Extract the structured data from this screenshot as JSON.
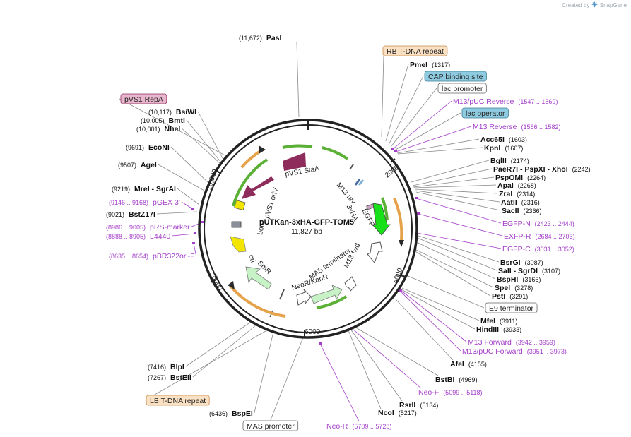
{
  "branding": {
    "prefix": "Created by",
    "name": "SnapGene"
  },
  "plasmid": {
    "name": "pUTKan-3xHA-GFP-TOM5",
    "length": "11,827 bp"
  },
  "ticks": [
    "2000",
    "4000",
    "6000",
    "8000",
    "10,000"
  ],
  "features": {
    "pvs1_staa": "pVS1 StaA",
    "pvs1_oriv": "pVS1 oriV",
    "bom": "bom",
    "ori": "ori",
    "smr": "SmR",
    "neor": "NeoR/KanR",
    "mas_terminator": "MAS terminator",
    "m13_fwd": "M13 fwd",
    "m13_rev": "M13 rev",
    "xha": "3xHA",
    "egfp": "EGFP"
  },
  "labels": [
    {
      "id": "pasi",
      "pos": "(11,672)",
      "name": "PasI"
    },
    {
      "id": "rb",
      "name": "RB T-DNA repeat",
      "box": "orange"
    },
    {
      "id": "pmei",
      "name": "PmeI",
      "pos": "(1317)"
    },
    {
      "id": "cap",
      "name": "CAP binding site",
      "box": "blue"
    },
    {
      "id": "lacp",
      "name": "lac promoter",
      "box": "white"
    },
    {
      "id": "m13puc1",
      "name": "M13/pUC Reverse",
      "pos": "(1547 .. 1569)",
      "purple": true
    },
    {
      "id": "lacop",
      "name": "lac operator",
      "box": "blue"
    },
    {
      "id": "m13rev",
      "name": "M13 Reverse",
      "pos": "(1566 .. 1582)",
      "purple": true
    },
    {
      "id": "acc65i",
      "name": "Acc65I",
      "pos": "(1603)"
    },
    {
      "id": "kpni",
      "name": "KpnI",
      "pos": "(1607)"
    },
    {
      "id": "bglii",
      "name": "BglII",
      "pos": "(2174)"
    },
    {
      "id": "paer7i",
      "name": "PaeR7I - PspXI - XhoI",
      "pos": "(2242)"
    },
    {
      "id": "pspomi",
      "name": "PspOMI",
      "pos": "(2264)"
    },
    {
      "id": "apai",
      "name": "ApaI",
      "pos": "(2268)"
    },
    {
      "id": "zrai",
      "name": "ZraI",
      "pos": "(2314)"
    },
    {
      "id": "aatii",
      "name": "AatII",
      "pos": "(2316)"
    },
    {
      "id": "saci",
      "name": "SacII",
      "pos": "(2366)"
    },
    {
      "id": "egfpn",
      "name": "EGFP-N",
      "pos": "(2423 .. 2444)",
      "purple": true
    },
    {
      "id": "exfpr",
      "name": "EXFP-R",
      "pos": "(2684 .. 2703)",
      "purple": true
    },
    {
      "id": "egfpc",
      "name": "EGFP-C",
      "pos": "(3031 .. 3052)",
      "purple": true
    },
    {
      "id": "bsrgi",
      "name": "BsrGI",
      "pos": "(3087)"
    },
    {
      "id": "sali",
      "name": "SalI - SgrDI",
      "pos": "(3107)"
    },
    {
      "id": "bsphi",
      "name": "BspHI",
      "pos": "(3166)"
    },
    {
      "id": "spei",
      "name": "SpeI",
      "pos": "(3278)"
    },
    {
      "id": "psti",
      "name": "PstI",
      "pos": "(3291)"
    },
    {
      "id": "e9",
      "name": "E9 terminator",
      "box": "white"
    },
    {
      "id": "mfei",
      "name": "MfeI",
      "pos": "(3911)"
    },
    {
      "id": "hindiii",
      "name": "HindIII",
      "pos": "(3933)"
    },
    {
      "id": "m13fwd",
      "name": "M13 Forward",
      "pos": "(3942 .. 3959)",
      "purple": true
    },
    {
      "id": "m13pucf",
      "name": "M13/pUC Forward",
      "pos": "(3951 .. 3973)",
      "purple": true
    },
    {
      "id": "afei",
      "name": "AfeI",
      "pos": "(4155)"
    },
    {
      "id": "bstbi",
      "name": "BstBI",
      "pos": "(4969)"
    },
    {
      "id": "neof",
      "name": "Neo-F",
      "pos": "(5099 .. 5118)",
      "purple": true
    },
    {
      "id": "rsrii",
      "name": "RsrII",
      "pos": "(5134)"
    },
    {
      "id": "ncoi",
      "name": "NcoI",
      "pos": "(5217)"
    },
    {
      "id": "neor_p",
      "name": "Neo-R",
      "pos": "(5709 .. 5728)",
      "purple": true
    },
    {
      "id": "masp",
      "name": "MAS promoter",
      "box": "white"
    },
    {
      "id": "bspei",
      "name": "BspEI",
      "pos": "(6436)"
    },
    {
      "id": "lb",
      "name": "LB T-DNA repeat",
      "box": "orange"
    },
    {
      "id": "bsteii",
      "name": "BstEII",
      "pos": "(7267)"
    },
    {
      "id": "blpi",
      "name": "BlpI",
      "pos": "(7416)"
    },
    {
      "id": "pbr322",
      "name": "pBR322ori-F",
      "pos": "(8635 .. 8654)",
      "purple": true
    },
    {
      "id": "l4440",
      "name": "L4440",
      "pos": "(8888 .. 8905)",
      "purple": true
    },
    {
      "id": "prs",
      "name": "pRS-marker",
      "pos": "(8986 .. 9005)",
      "purple": true
    },
    {
      "id": "bstz",
      "name": "BstZ17I",
      "pos": "(9021)"
    },
    {
      "id": "pgex",
      "name": "pGEX 3'",
      "pos": "(9146 .. 9168)",
      "purple": true
    },
    {
      "id": "mrei",
      "name": "MreI - SgrAI",
      "pos": "(9219)"
    },
    {
      "id": "agei",
      "name": "AgeI",
      "pos": "(9507)"
    },
    {
      "id": "econi",
      "name": "EcoNI",
      "pos": "(9691)"
    },
    {
      "id": "nhei",
      "name": "NheI",
      "pos": "(10,001)"
    },
    {
      "id": "bmti",
      "name": "BmtI",
      "pos": "(10,005)"
    },
    {
      "id": "bsiwi",
      "name": "BsiWI",
      "pos": "(10,117)"
    },
    {
      "id": "repa",
      "name": "pVS1 RepA",
      "box": "pink"
    }
  ]
}
